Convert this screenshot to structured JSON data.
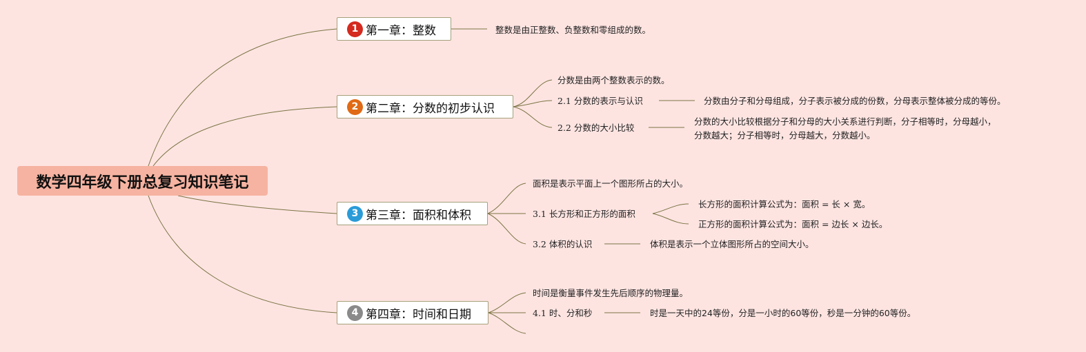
{
  "root": {
    "title": "数学四年级下册总复习知识笔记"
  },
  "chapters": [
    {
      "number": "1",
      "title": "第一章：整数",
      "badge_color": "#d42a1f",
      "notes": [
        "整数是由正整数、负整数和零组成的数。"
      ],
      "sections": []
    },
    {
      "number": "2",
      "title": "第二章：分数的初步认识",
      "badge_color": "#e06a15",
      "notes": [
        "分数是由两个整数表示的数。"
      ],
      "sections": [
        {
          "title": "2.1 分数的表示与认识",
          "details": [
            "分数由分子和分母组成，分子表示被分成的份数，分母表示整体被分成的等份。"
          ]
        },
        {
          "title": "2.2 分数的大小比较",
          "details": [
            "分数的大小比较根据分子和分母的大小关系进行判断，分子相等时，分母越小，",
            "分数越大；分子相等时，分母越大，分数越小。"
          ]
        }
      ]
    },
    {
      "number": "3",
      "title": "第三章：面积和体积",
      "badge_color": "#2b9bd8",
      "notes": [
        "面积是表示平面上一个图形所占的大小。"
      ],
      "sections": [
        {
          "title": "3.1 长方形和正方形的面积",
          "details": [
            "长方形的面积计算公式为：面积 = 长 × 宽。",
            "正方形的面积计算公式为：面积 = 边长 × 边长。"
          ]
        },
        {
          "title": "3.2 体积的认识",
          "details": [
            "体积是表示一个立体图形所占的空间大小。"
          ]
        }
      ]
    },
    {
      "number": "4",
      "title": "第四章：时间和日期",
      "badge_color": "#8a8a8a",
      "notes": [
        "时间是衡量事件发生先后顺序的物理量。"
      ],
      "sections": [
        {
          "title": "4.1 时、分和秒",
          "details": [
            "时是一天中的24等份，分是一小时的60等份，秒是一分钟的60等份。"
          ]
        }
      ]
    }
  ]
}
